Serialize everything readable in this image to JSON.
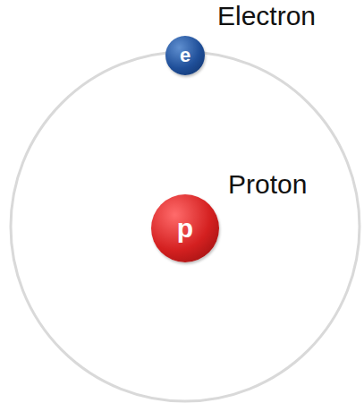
{
  "diagram": {
    "nodes": [
      {
        "text": [
          "e",
          "Electron"
        ]
      },
      {
        "text": [
          "p",
          "Proton"
        ]
      }
    ]
  }
}
